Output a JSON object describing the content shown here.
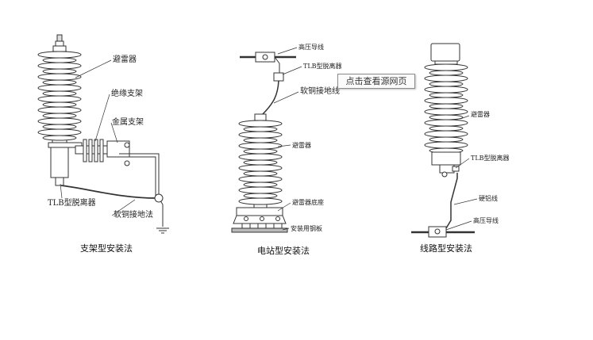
{
  "diagrams": [
    {
      "caption": "支架型安装法",
      "labels": {
        "arrester": "避雷器",
        "insulating_bracket": "绝缘支架",
        "metal_bracket": "金属支架",
        "disconnector": "TLB型脱离器",
        "soft_copper_ground": "软铜接地法"
      }
    },
    {
      "caption": "电站型安装法",
      "labels": {
        "hv_wire": "高压导线",
        "disconnector": "TLB型脱离器",
        "soft_copper_ground": "软铜接地线",
        "arrester": "避雷器",
        "arrester_base": "避雷器底座",
        "steel_plate": "安装用钢板"
      }
    },
    {
      "caption": "线路型安装法",
      "labels": {
        "arrester": "避雷器",
        "disconnector": "TLB型脱离器",
        "hard_aluminum": "硬铝线",
        "hv_wire": "高压导线"
      }
    }
  ],
  "tooltip": "点击查看源网页"
}
